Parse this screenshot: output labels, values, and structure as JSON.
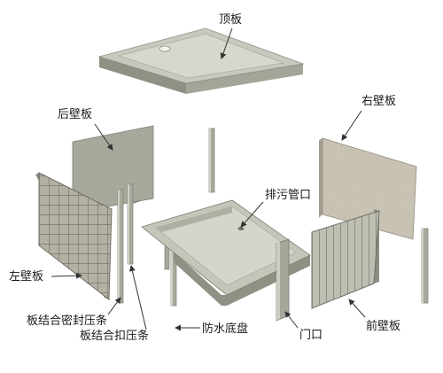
{
  "labels": {
    "top_panel": "顶板",
    "back_wall": "后壁板",
    "right_wall": "右壁板",
    "left_wall": "左壁板",
    "drain_pipe_outlet": "排污管口",
    "seal_strip": "板结合密封压条",
    "clamp_strip": "板结合扣压条",
    "waterproof_base": "防水底盘",
    "door_opening": "门口",
    "front_wall": "前壁板"
  },
  "colors": {
    "panel_light": "#d6d7cd",
    "panel_mid": "#b9bbae",
    "panel_dark": "#8f9185",
    "edge": "#7d7f73",
    "grid_panel": "#b4b1a4",
    "grid_line": "#77766b",
    "right_wall_fill": "#c9c3b4",
    "front_wall_fill": "#bebfb2",
    "strip": "#a7a99c",
    "text": "#1a1a1a",
    "arrow": "#333333"
  }
}
